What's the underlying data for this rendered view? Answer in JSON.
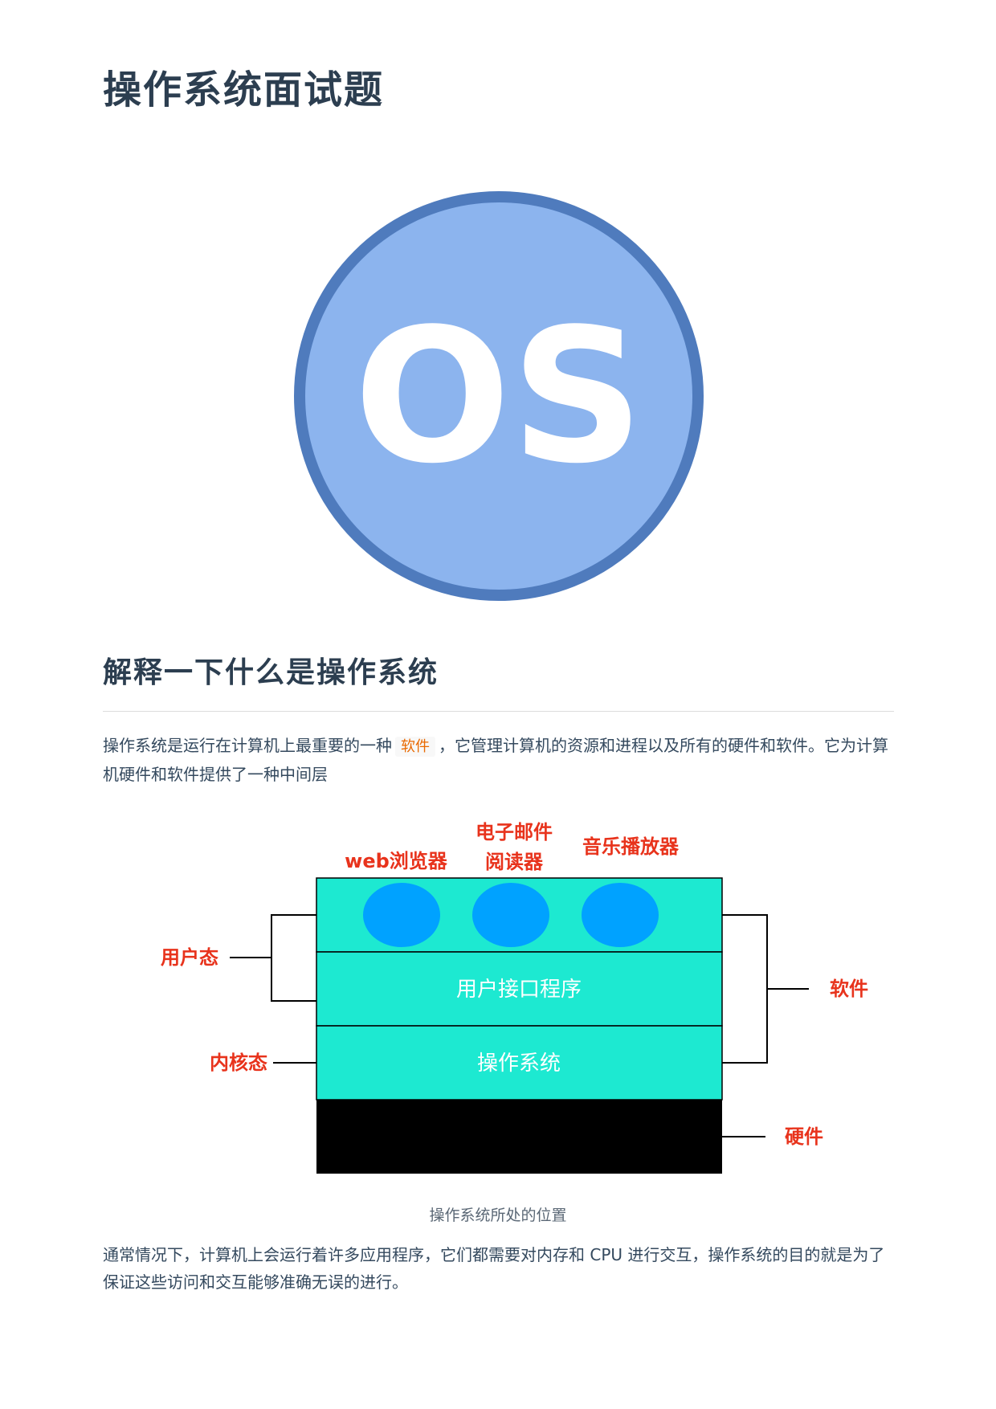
{
  "title": "操作系统面试题",
  "logo": {
    "text": "OS",
    "fill": "#8cb4ee",
    "stroke": "#4f7bbd",
    "text_color": "#ffffff"
  },
  "section": {
    "heading": "解释一下什么是操作系统",
    "para1_before": "操作系统是运行在计算机上最重要的一种",
    "para1_code": "软件",
    "para1_after": "，它管理计算机的资源和进程以及所有的硬件和软件。它为计算机硬件和软件提供了一种中间层",
    "para2": "通常情况下，计算机上会运行着许多应用程序，它们都需要对内存和 CPU 进行交互，操作系统的目的就是为了保证这些访问和交互能够准确无误的进行。"
  },
  "figure": {
    "apps": {
      "web": "web浏览器",
      "mail_line1": "电子邮件",
      "mail_line2": "阅读器",
      "music": "音乐播放器"
    },
    "layers": {
      "ui": "用户接口程序",
      "os": "操作系统"
    },
    "labels": {
      "user_mode": "用户态",
      "kernel_mode": "内核态",
      "software": "软件",
      "hardware": "硬件"
    },
    "caption": "操作系统所处的位置",
    "colors": {
      "layer": "#1de9d1",
      "app_circle": "#00a2ff",
      "hardware": "#000000",
      "label_red": "#e8331c"
    }
  }
}
